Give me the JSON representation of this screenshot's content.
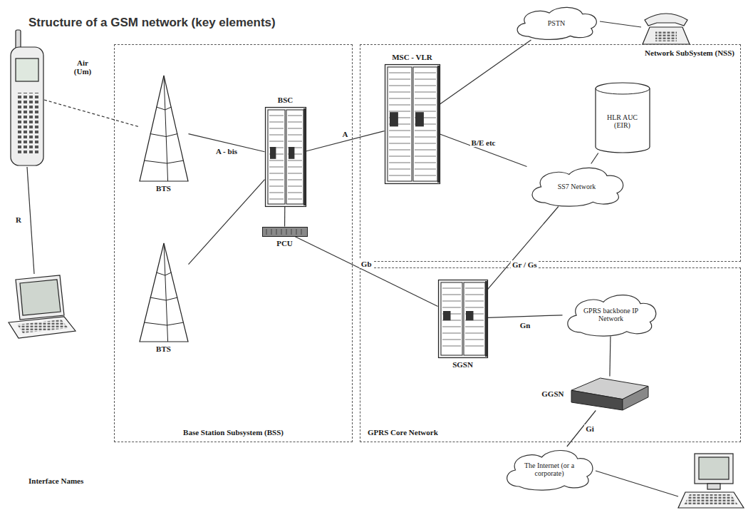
{
  "diagram": {
    "title": "Structure of a GSM network (key elements)",
    "nodes": [
      {
        "text": [
          "Base Station Subsystem (BSS)"
        ]
      },
      {
        "text": [
          "BTS"
        ],
        "in": 0
      },
      {
        "text": [
          "BSC"
        ],
        "in": 0
      },
      {
        "text": [
          "PCU"
        ],
        "in": 0
      },
      {
        "text": [
          "BTS"
        ],
        "in": 0
      },
      {
        "text": [
          "Network SubSystem (NSS)"
        ]
      },
      {
        "text": [
          "MSC - VLR"
        ],
        "in": 5
      },
      {
        "text": [
          "HLR AUC (EIR)"
        ],
        "in": 5
      },
      {
        "text": [
          "SS7 Network"
        ],
        "in": 5
      },
      {
        "text": [
          "PSTN"
        ]
      },
      {
        "text": [
          "GPRS Core Network"
        ]
      },
      {
        "text": [
          "SGSN"
        ],
        "in": 10
      },
      {
        "text": [
          "GPRS backbone IP Network"
        ],
        "in": 10
      },
      {
        "text": [
          "GGSN"
        ],
        "in": 10
      },
      {
        "text": [
          "The Internet (or a corporate)"
        ]
      }
    ],
    "edges": [
      {
        "from": 1,
        "to": 2,
        "label": "A - bis",
        "arrow": "none"
      },
      {
        "from": 4,
        "to": 2,
        "arrow": "none"
      },
      {
        "from": 2,
        "to": 6,
        "label": "A",
        "arrow": "none"
      },
      {
        "from": 2,
        "to": 3,
        "arrow": "none"
      },
      {
        "from": 3,
        "to": 11,
        "label": "Gb",
        "arrow": "none"
      },
      {
        "from": 6,
        "to": 9,
        "arrow": "none"
      },
      {
        "from": 6,
        "to": 8,
        "label": "B/E etc",
        "arrow": "none"
      },
      {
        "from": 8,
        "to": 7,
        "arrow": "none"
      },
      {
        "from": 11,
        "to": 8,
        "label": "Gr / Gs",
        "arrow": "none"
      },
      {
        "from": 11,
        "to": 12,
        "label": "Gn",
        "arrow": "none"
      },
      {
        "from": 12,
        "to": 13,
        "arrow": "none"
      },
      {
        "from": 13,
        "to": 14,
        "label": "Gi",
        "arrow": "none"
      }
    ],
    "labels": [
      "Air (Um)",
      "R",
      "Interface Names"
    ]
  }
}
